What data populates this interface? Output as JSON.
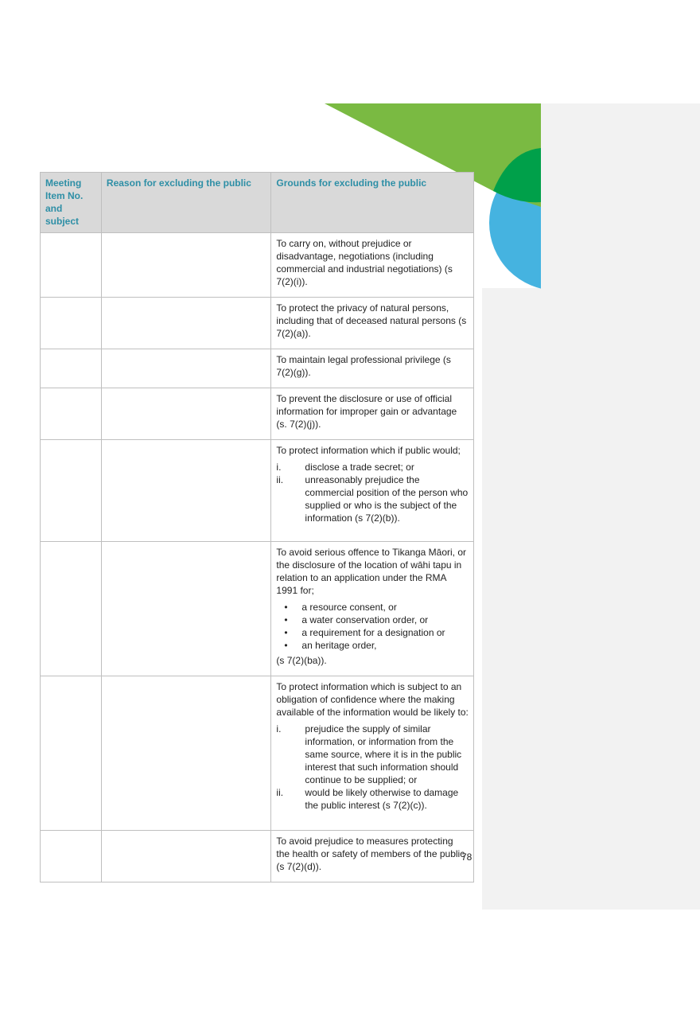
{
  "table": {
    "headers": [
      "Meeting Item No. and subject",
      "Reason for excluding the public",
      "Grounds for excluding the public"
    ],
    "rows": [
      {
        "paras": [
          "To carry on, without prejudice or disadvantage, negotiations (including commercial and industrial negotiations) (s 7(2)(i))."
        ]
      },
      {
        "paras": [
          "To protect the privacy of natural persons, including that of deceased natural persons (s 7(2)(a))."
        ]
      },
      {
        "paras": [
          "To maintain legal professional privilege (s 7(2)(g))."
        ]
      },
      {
        "paras": [
          "To prevent the disclosure or use of official information for improper gain or advantage (s. 7(2)(j))."
        ]
      },
      {
        "paras": [
          "To protect information which if public would;"
        ],
        "roman": [
          [
            "i.",
            "disclose a trade secret;  or"
          ],
          [
            "ii.",
            "unreasonably prejudice the commercial position of the person who supplied or who is the subject of the information (s 7(2)(b))."
          ]
        ]
      },
      {
        "paras": [
          "To avoid serious offence to Tikanga Māori, or the disclosure of the location of wāhi tapu in relation to an application under the RMA 1991 for;"
        ],
        "bullets": [
          "a resource consent, or",
          "a water conservation order, or",
          "a requirement for a designation or",
          "an heritage order,"
        ],
        "after": "(s 7(2)(ba))."
      },
      {
        "paras": [
          "To protect information which is subject to an obligation of confidence where the making available of the information would be likely to:"
        ],
        "roman": [
          [
            "i.",
            "prejudice the supply of similar information, or information from the same source, where it is in the public interest that such information should continue to be supplied; or"
          ],
          [
            "ii.",
            "would be likely otherwise to damage the public interest (s 7(2)(c))."
          ]
        ]
      },
      {
        "paras": [
          "To avoid prejudice to measures protecting the health or safety of members of the public (s 7(2)(d))."
        ]
      }
    ]
  },
  "page_number": "78",
  "colors": {
    "green_light": "#7aba42",
    "green_dark": "#00a04a",
    "blue": "#45b3e0",
    "header_text": "#2e8fa6"
  }
}
